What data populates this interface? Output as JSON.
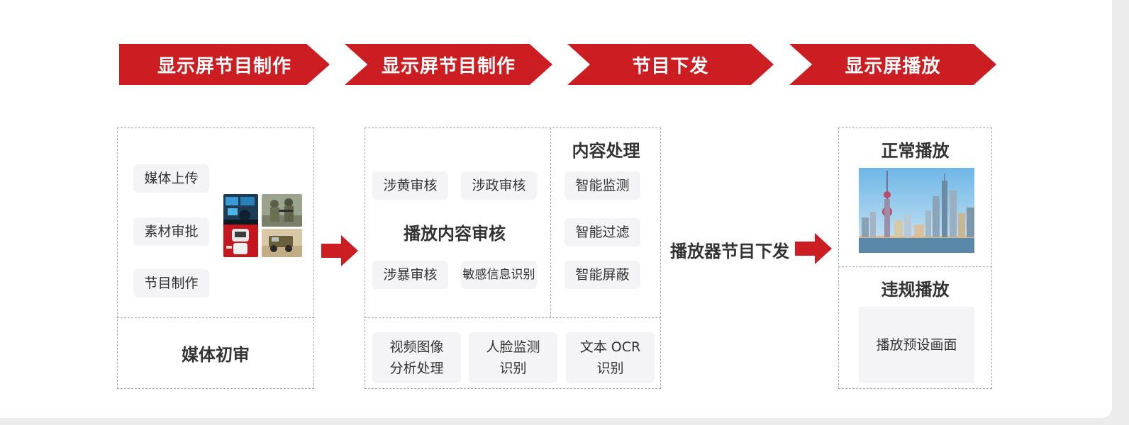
{
  "theme": {
    "accent": "#cc1e22",
    "tag_bg": "#f4f4f6",
    "dash": "#a9a9a9"
  },
  "steps": [
    "显示屏节目制作",
    "显示屏节目制作",
    "节目下发",
    "显示屏播放"
  ],
  "media": {
    "items": [
      "媒体上传",
      "素材审批",
      "节目制作"
    ],
    "footer": "媒体初审"
  },
  "audit": {
    "title": "播放内容审核",
    "items": [
      "涉黄审核",
      "涉政审核",
      "涉暴审核",
      "敏感信息识别"
    ],
    "bottom": [
      {
        "line1": "视频图像",
        "line2": "分析处理"
      },
      {
        "line1": "人脸监测",
        "line2": "识别"
      },
      {
        "line1": "文本 OCR",
        "line2": "识别"
      }
    ]
  },
  "processing": {
    "title": "内容处理",
    "items": [
      "智能监测",
      "智能过滤",
      "智能屏蔽"
    ]
  },
  "dispatch": {
    "label": "播放器节目下发"
  },
  "playback": {
    "normal_title": "正常播放",
    "violation_title": "违规播放",
    "preset_label": "播放预设画面"
  }
}
